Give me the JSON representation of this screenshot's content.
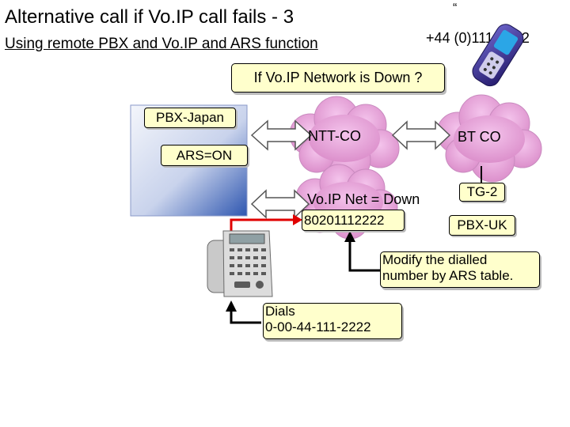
{
  "title": "Alternative call if Vo.IP call fails - 3",
  "subtitle": "Using remote PBX and Vo.IP and ARS function",
  "quote_mark": "“",
  "mobile_number": "+44 (0)111-2222",
  "question": "If Vo.IP Network is Down ?",
  "pbx_japan": "PBX-Japan",
  "ars_status": "ARS=ON",
  "ntt_co": "NTT-CO",
  "bt_co": "BT CO",
  "voip_net": "Vo.IP Net = Down",
  "dialled_modified": "80201112222",
  "tg": "TG-2",
  "pbx_uk": "PBX-UK",
  "modify_note": [
    "Modify the dialled",
    "number by ARS table."
  ],
  "dials_note": [
    "Dials",
    "0-00-44-111-2222"
  ],
  "colors": {
    "pbx_blue": "#3a5fb4",
    "cloud_pink": "#e49ad4",
    "callout_yellow": "#ffffcc",
    "red_line": "#e00000"
  }
}
